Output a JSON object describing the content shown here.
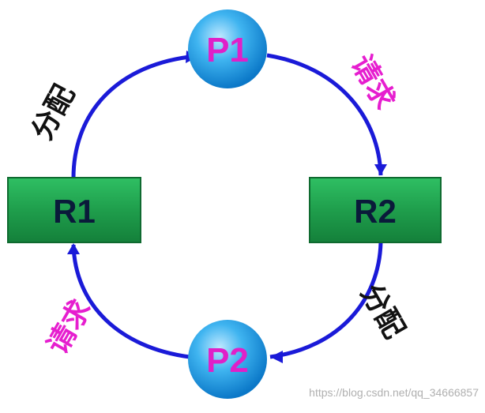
{
  "nodes": {
    "p1": {
      "label": "P1"
    },
    "p2": {
      "label": "P2"
    },
    "r1": {
      "label": "R1"
    },
    "r2": {
      "label": "R2"
    }
  },
  "edges": {
    "p1_to_r2": {
      "label": "请求"
    },
    "r2_to_p2": {
      "label": "分配"
    },
    "p2_to_r1": {
      "label": "请求"
    },
    "r1_to_p1": {
      "label": "分配"
    }
  },
  "watermark": "https://blog.csdn.net/qq_34666857",
  "colors": {
    "cycle_line": "#1a1ad8",
    "process_fill": "#2aa5e8",
    "process_text": "#e020c8",
    "resource_fill": "#1f9e4c",
    "resource_text": "#0a1a3a",
    "request_text": "#e61ecf",
    "allocate_text": "#111111",
    "watermark_text": "#b0b0b0"
  }
}
